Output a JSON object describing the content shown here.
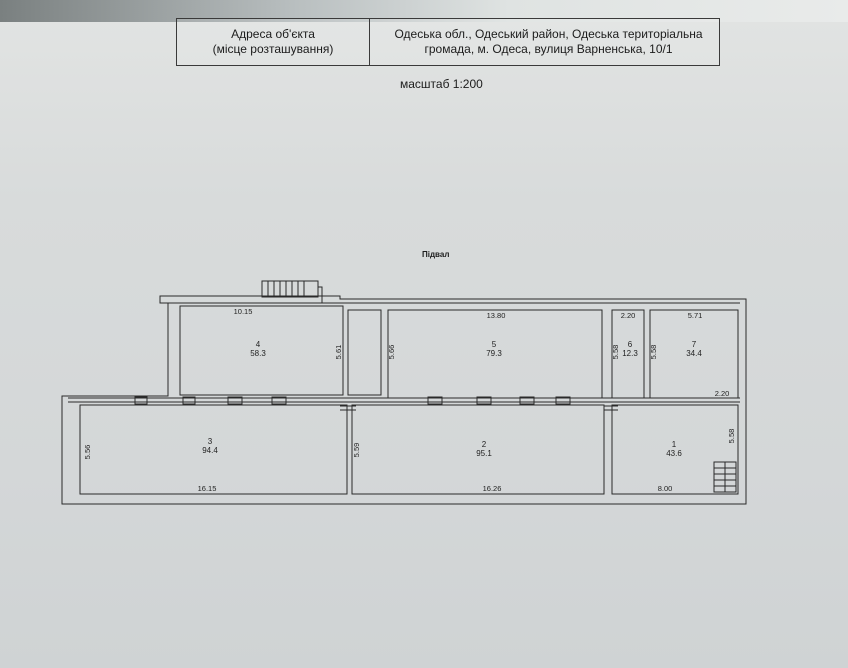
{
  "address": {
    "label_line1": "Адреса об'єкта",
    "label_line2": "(місце розташування)",
    "value_line1": "Одеська обл., Одеський район, Одеська територіальна",
    "value_line2": "громада, м. Одеса, вулиця Варненська, 10/1"
  },
  "scale": "масштаб 1:200",
  "floor_title": "Підвал",
  "rooms": [
    {
      "number": "1",
      "area": "43.6"
    },
    {
      "number": "2",
      "area": "95.1"
    },
    {
      "number": "3",
      "area": "94.4"
    },
    {
      "number": "4",
      "area": "58.3"
    },
    {
      "number": "5",
      "area": "79.3"
    },
    {
      "number": "6",
      "area": "12.3"
    },
    {
      "number": "7",
      "area": "34.4"
    }
  ],
  "dimensions": {
    "room4_width": "10.15",
    "room4_height": "5.61",
    "corridor_height": "5.66",
    "room5_width": "13.80",
    "room6_width": "2.20",
    "room6_height": "5.58",
    "room7_width": "5.71",
    "room7_height": "5.58",
    "room7_bottom": "2.20",
    "room3_height": "5.56",
    "room3_width": "16.15",
    "room2_height": "5.59",
    "room2_width": "16.26",
    "room1_height": "5.58",
    "room1_width": "8.00"
  }
}
